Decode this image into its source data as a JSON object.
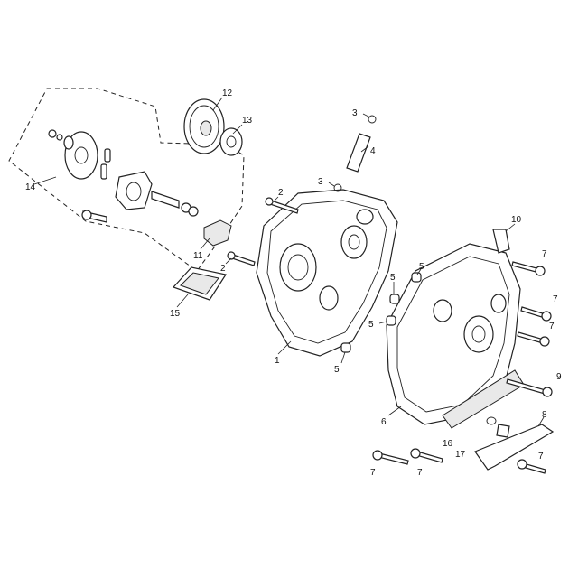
{
  "callouts": {
    "c1": "1",
    "c2a": "2",
    "c2b": "2",
    "c3a": "3",
    "c3b": "3",
    "c4": "4",
    "c5a": "5",
    "c5b": "5",
    "c5c": "5",
    "c5d": "5",
    "c6": "6",
    "c7a": "7",
    "c7b": "7",
    "c7c": "7",
    "c7d": "7",
    "c7e": "7",
    "c7f": "7",
    "c8": "8",
    "c9": "9",
    "c10": "10",
    "c11": "11",
    "c12": "12",
    "c13": "13",
    "c14": "14",
    "c15": "15",
    "c16": "16",
    "c17": "17"
  }
}
